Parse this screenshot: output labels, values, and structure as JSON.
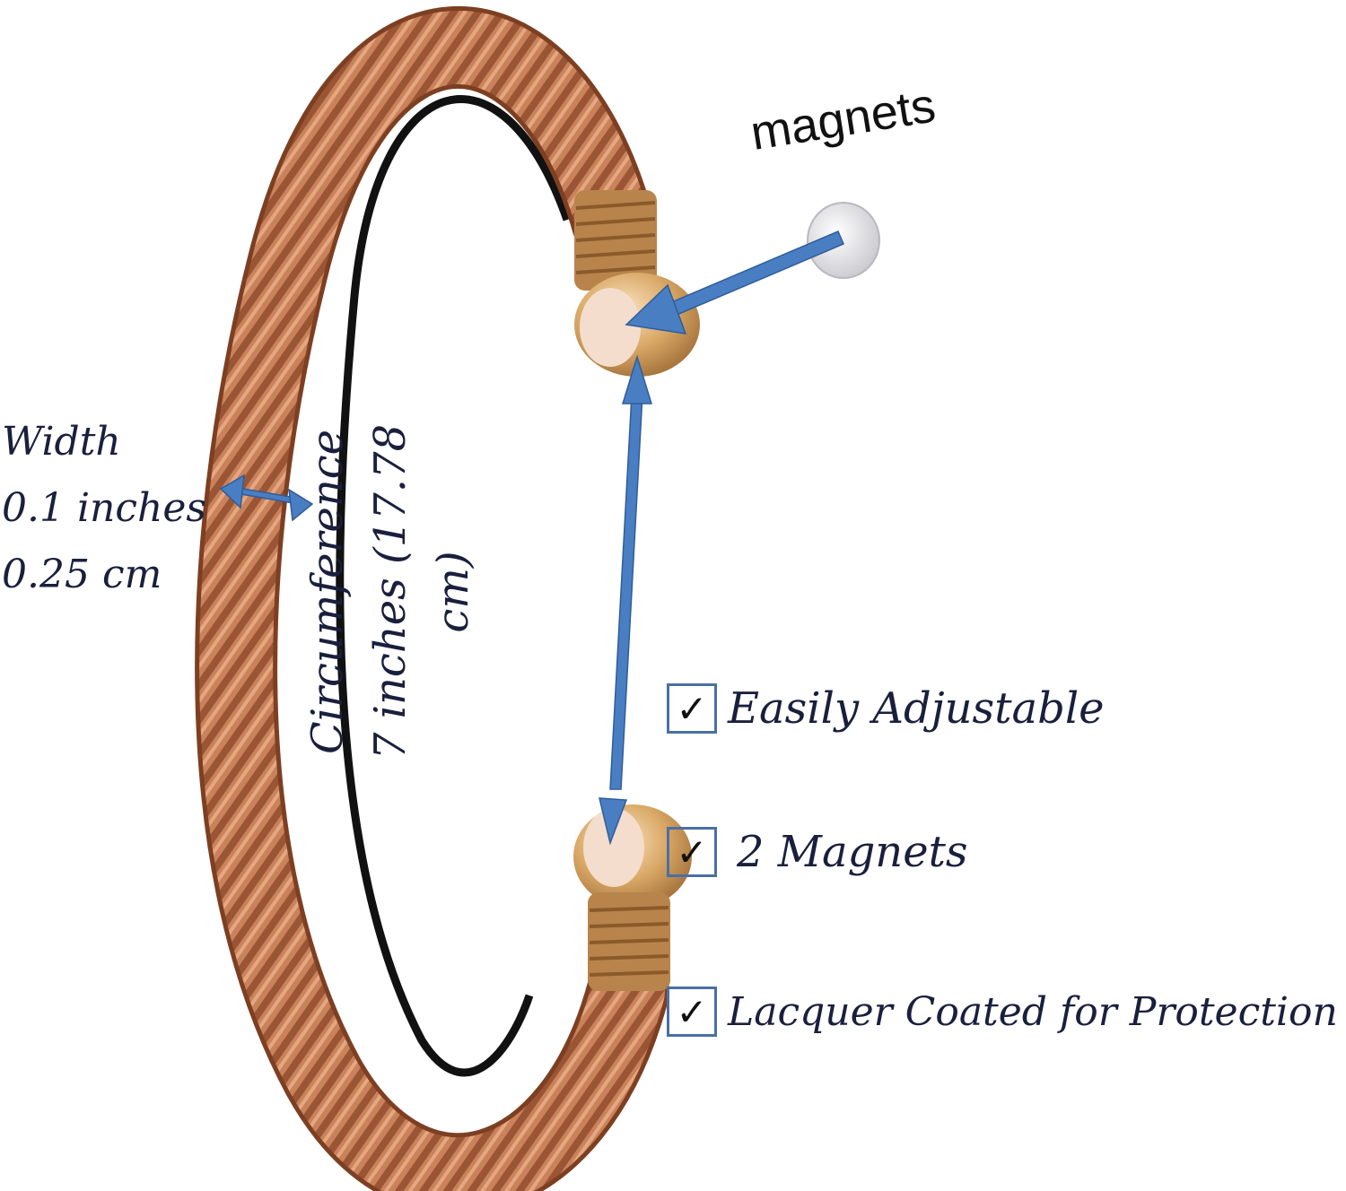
{
  "labels": {
    "magnets": "magnets",
    "width_title": "Width",
    "width_in": "0.1 inches",
    "width_cm": "0.25 cm",
    "circumference_title": "Circumference",
    "circumference_value": "7 inches (17.78 cm)"
  },
  "features": [
    {
      "text": "Easily Adjustable",
      "checked": true
    },
    {
      "text": "2 Magnets",
      "checked": true
    },
    {
      "text": "Lacquer Coated for Protection",
      "checked": true
    }
  ],
  "colors": {
    "copper": "#c47a4f",
    "copper_dark": "#8e4a2a",
    "gold": "#d9a866",
    "arrow_blue": "#4a7ec2",
    "text_navy": "#1a1f3d"
  }
}
